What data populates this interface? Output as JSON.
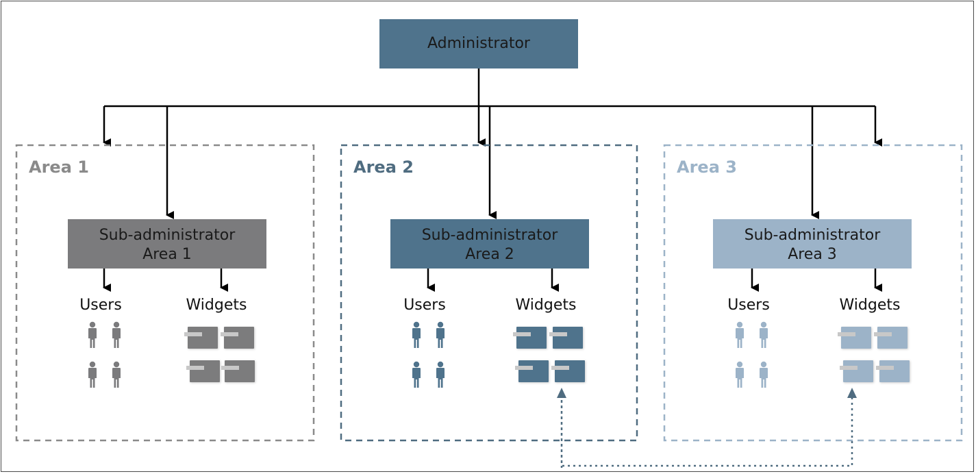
{
  "diagram": {
    "root": {
      "label": "Administrator",
      "color": "#4f738c"
    },
    "areas": [
      {
        "title": "Area 1",
        "color": "#7b7b7d",
        "border_color": "#8a8a8a",
        "sub_admin": {
          "line1": "Sub-administrator",
          "line2": "Area 1"
        },
        "users_label": "Users",
        "widgets_label": "Widgets"
      },
      {
        "title": "Area 2",
        "color": "#4f738c",
        "border_color": "#4f6c80",
        "sub_admin": {
          "line1": "Sub-administrator",
          "line2": "Area 2"
        },
        "users_label": "Users",
        "widgets_label": "Widgets"
      },
      {
        "title": "Area 3",
        "color": "#9cb3c8",
        "border_color": "#9cb3c8",
        "sub_admin": {
          "line1": "Sub-administrator",
          "line2": "Area 3"
        },
        "users_label": "Users",
        "widgets_label": "Widgets"
      }
    ],
    "shared_link": {
      "from": "Area 2 widgets",
      "to": "Area 3 widgets",
      "style": "dotted",
      "color": "#4f6c80"
    }
  }
}
